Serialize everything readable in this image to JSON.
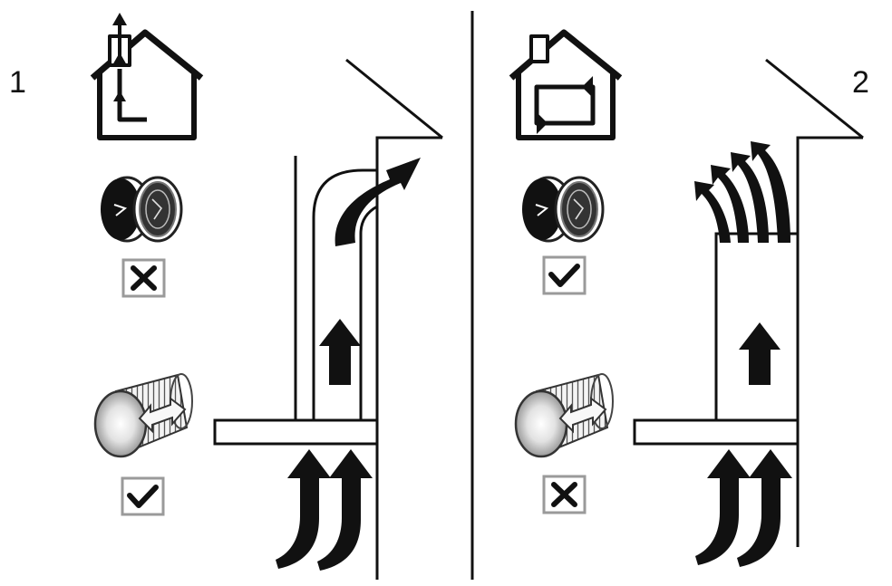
{
  "panels": [
    {
      "label": "1",
      "mode_icon": "house-extraction-icon",
      "filter_status": "cross",
      "duct_status": "check"
    },
    {
      "label": "2",
      "mode_icon": "house-recirculation-icon",
      "filter_status": "check",
      "duct_status": "cross"
    }
  ],
  "colors": {
    "ink": "#111111",
    "checkbox_border": "#9a9a9a",
    "background": "#ffffff"
  }
}
